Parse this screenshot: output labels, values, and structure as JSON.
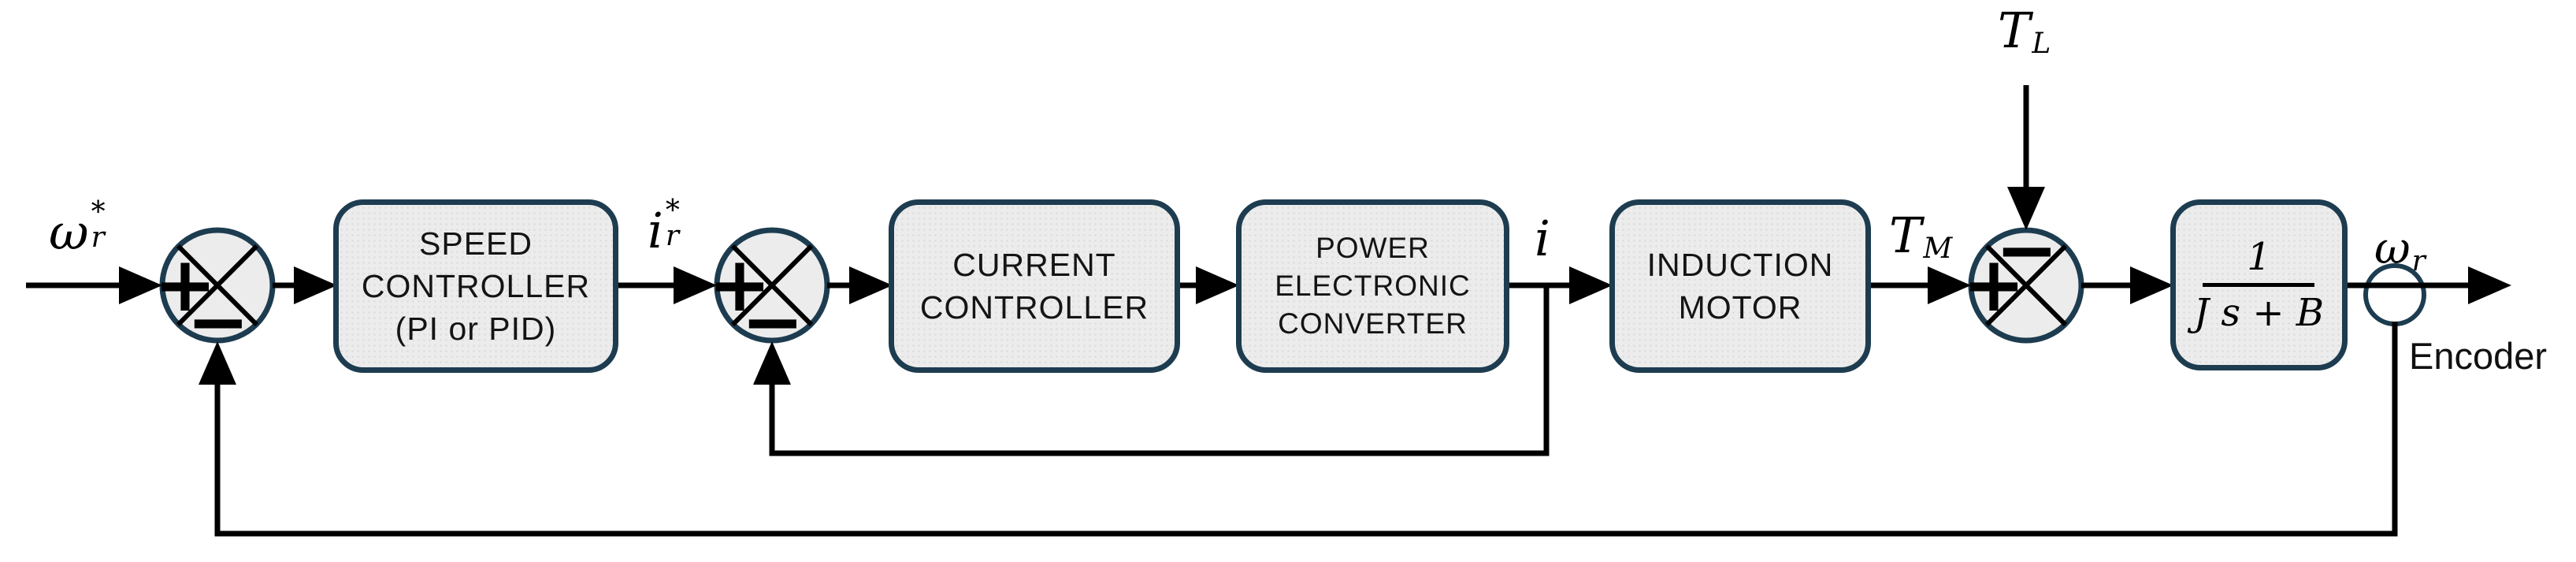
{
  "diagram": {
    "colors": {
      "background": "#ffffff",
      "line": "#000000",
      "block_fill": "#ececec",
      "block_border": "#1d3c50",
      "text": "#141414"
    },
    "blocks": {
      "speed_controller": {
        "lines": [
          "SPEED",
          "CONTROLLER",
          "(PI or PID)"
        ]
      },
      "current_controller": {
        "lines": [
          "CURRENT",
          "CONTROLLER"
        ]
      },
      "power_converter": {
        "lines": [
          "POWER",
          "ELECTRONIC",
          "CONVERTER"
        ]
      },
      "induction_motor": {
        "lines": [
          "INDUCTION",
          "MOTOR"
        ]
      },
      "mechanical_model": {
        "numerator": "1",
        "denominator": "J s + B"
      }
    },
    "signals": {
      "speed_ref": {
        "base": "ω",
        "sup": "*",
        "sub": "r"
      },
      "current_ref": {
        "base": "i",
        "sup": "*",
        "sub": "r"
      },
      "current": {
        "base": "i"
      },
      "motor_torque": {
        "base": "T",
        "sub": "M"
      },
      "load_torque": {
        "base": "T",
        "sub": "L"
      },
      "rotor_speed": {
        "base": "ω",
        "sub": "r"
      }
    },
    "encoder_label": "Encoder",
    "junctions": {
      "speed_sum": {
        "plus": "+",
        "minus": "−"
      },
      "current_sum": {
        "plus": "+",
        "minus": "−"
      },
      "torque_sum": {
        "plus": "+",
        "minus": "−"
      }
    }
  }
}
